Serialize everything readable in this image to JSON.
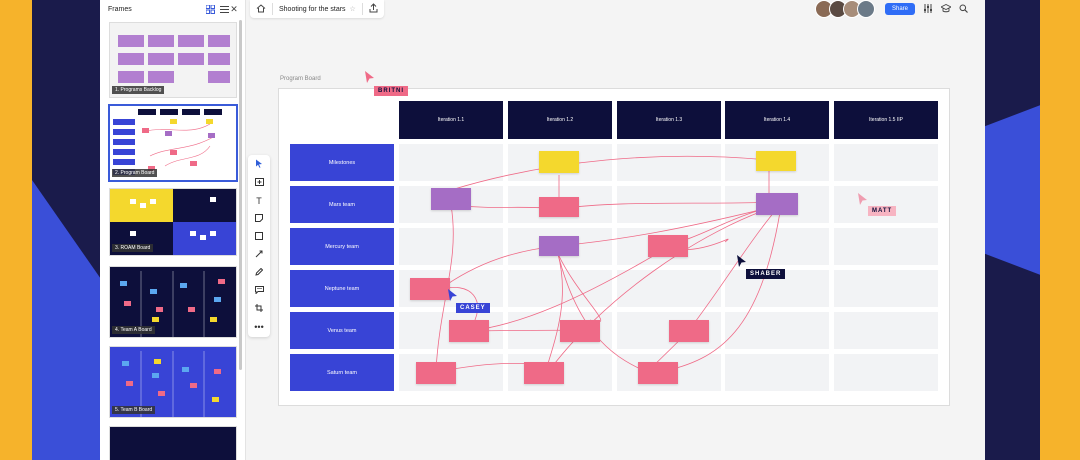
{
  "panel": {
    "title": "Frames",
    "frames": [
      {
        "caption": "1. Programs Backlog"
      },
      {
        "caption": "2. Program Board"
      },
      {
        "caption": "3. ROAM Board"
      },
      {
        "caption": "4. Team A Board"
      },
      {
        "caption": "5. Team B Board"
      }
    ]
  },
  "topbar": {
    "board_title": "Shooting for the stars",
    "share_label": "Share"
  },
  "board": {
    "label": "Program Board",
    "iterations": [
      "Iteration 1.1",
      "Iteration 1.2",
      "Iteration 1.3",
      "Iteration 1.4",
      "Iteration 1.5 IIP"
    ],
    "teams": [
      "Milestones",
      "Mars team",
      "Mercury team",
      "Neptune team",
      "Venus team",
      "Saturn team"
    ]
  },
  "collaborators": {
    "britni": "BRITNI",
    "matt": "MATT",
    "shaber": "SHABER",
    "casey": "CASEY"
  },
  "colors": {
    "navy": "#0d0f3b",
    "team_blue": "#3844d6",
    "pink": "#ef6a87",
    "purple": "#a56dc5",
    "yellow": "#f4d82d",
    "share_blue": "#2f6df6"
  }
}
